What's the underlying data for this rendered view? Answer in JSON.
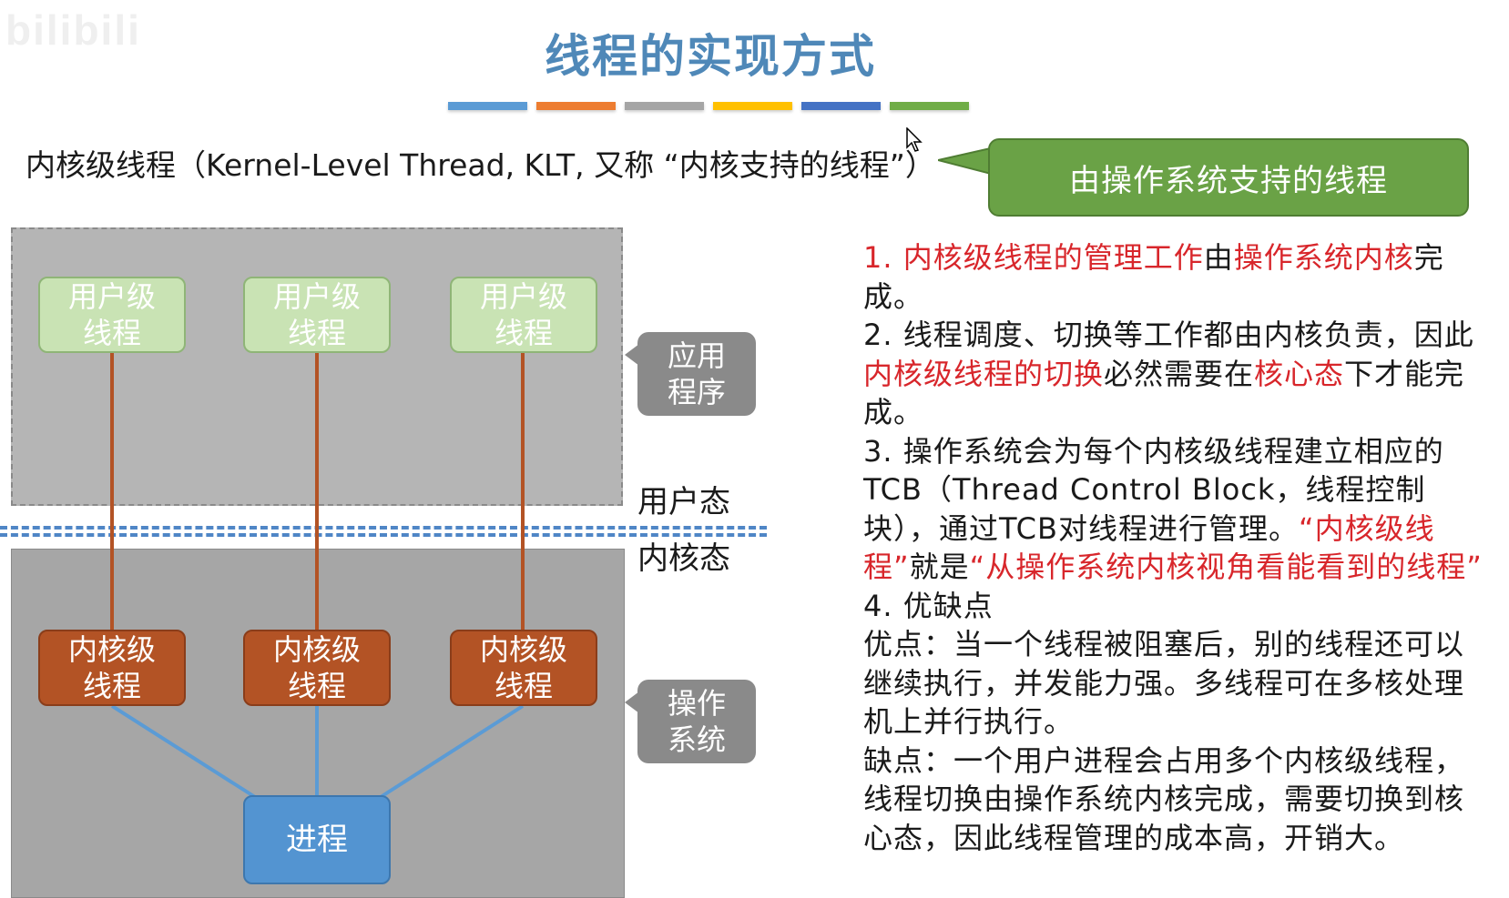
{
  "watermark": "bilibili",
  "title": "线程的实现方式",
  "accent_bars": [
    "#5b9bd5",
    "#ed7d31",
    "#a5a5a5",
    "#ffc000",
    "#4472c4",
    "#70ad47"
  ],
  "klt_line": "内核级线程（Kernel-Level Thread, KLT, 又称 “内核支持的线程”）",
  "callout": {
    "text": "由操作系统支持的线程",
    "color": "#6aa246"
  },
  "diagram": {
    "user_threads": [
      {
        "line1": "用户级",
        "line2": "线程"
      },
      {
        "line1": "用户级",
        "line2": "线程"
      },
      {
        "line1": "用户级",
        "line2": "线程"
      }
    ],
    "kernel_threads": [
      {
        "line1": "内核级",
        "line2": "线程"
      },
      {
        "line1": "内核级",
        "line2": "线程"
      },
      {
        "line1": "内核级",
        "line2": "线程"
      }
    ],
    "process": "进程",
    "app_tag": {
      "line1": "应用",
      "line2": "程序"
    },
    "os_tag": {
      "line1": "操作",
      "line2": "系统"
    },
    "user_mode": "用户态",
    "kernel_mode": "内核态",
    "colors": {
      "user_thread": "#c9e3b4",
      "kernel_thread": "#b35325",
      "process": "#5394d1",
      "thread_link": "#b35325",
      "process_link": "#5b9bd5"
    }
  },
  "notes": {
    "p1": {
      "num": "1. ",
      "r1": "内核级线程的管理工作",
      "t1": "由",
      "r2": "操作系统内核",
      "t2": "完成。"
    },
    "p2": {
      "t1": "2. 线程调度、切换等工作都由内核负责，因此",
      "r1": "内核级线程的切换",
      "t2": "必然需要在",
      "r2": "核心态",
      "t3": "下才能完成。"
    },
    "p3": {
      "t1": "3. 操作系统会为每个内核级线程建立相应的TCB（Thread Control Block，线程控制块），通过TCB对线程进行管理。",
      "r1": "“内核级线程”",
      "t2": "就是",
      "r2": "“从操作系统内核视角看能看到的线程”"
    },
    "p4": "4. 优缺点",
    "p5": "优点：当一个线程被阻塞后，别的线程还可以继续执行，并发能力强。多线程可在多核处理机上并行执行。",
    "p6": "缺点：一个用户进程会占用多个内核级线程，线程切换由操作系统内核完成，需要切换到核心态，因此线程管理的成本高，开销大。"
  }
}
